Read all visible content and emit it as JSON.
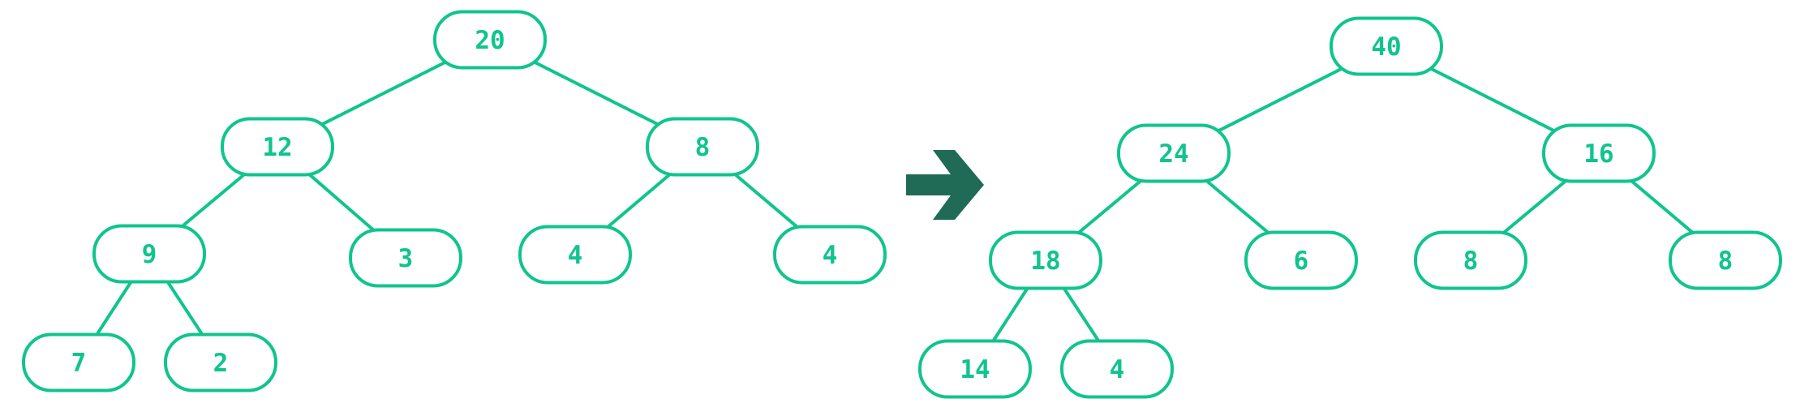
{
  "colors": {
    "node_stroke": "#10c48e",
    "label": "#10c48e",
    "arrow": "#1f6b55",
    "background": "#ffffff"
  },
  "arrow_icon": "right-arrow-icon",
  "trees": [
    {
      "id": "original",
      "nodes": [
        {
          "id": "a1",
          "value": "20"
        },
        {
          "id": "a2",
          "value": "12"
        },
        {
          "id": "a3",
          "value": "8"
        },
        {
          "id": "a4",
          "value": "9"
        },
        {
          "id": "a5",
          "value": "3"
        },
        {
          "id": "a6",
          "value": "4"
        },
        {
          "id": "a7",
          "value": "4"
        },
        {
          "id": "a8",
          "value": "7"
        },
        {
          "id": "a9",
          "value": "2"
        }
      ],
      "edges": [
        [
          "a1",
          "a2"
        ],
        [
          "a1",
          "a3"
        ],
        [
          "a2",
          "a4"
        ],
        [
          "a2",
          "a5"
        ],
        [
          "a3",
          "a6"
        ],
        [
          "a3",
          "a7"
        ],
        [
          "a4",
          "a8"
        ],
        [
          "a4",
          "a9"
        ]
      ]
    },
    {
      "id": "result",
      "nodes": [
        {
          "id": "b1",
          "value": "40"
        },
        {
          "id": "b2",
          "value": "24"
        },
        {
          "id": "b3",
          "value": "16"
        },
        {
          "id": "b4",
          "value": "18"
        },
        {
          "id": "b5",
          "value": "6"
        },
        {
          "id": "b6",
          "value": "8"
        },
        {
          "id": "b7",
          "value": "8"
        },
        {
          "id": "b8",
          "value": "14"
        },
        {
          "id": "b9",
          "value": "4"
        }
      ],
      "edges": [
        [
          "b1",
          "b2"
        ],
        [
          "b1",
          "b3"
        ],
        [
          "b2",
          "b4"
        ],
        [
          "b2",
          "b5"
        ],
        [
          "b3",
          "b6"
        ],
        [
          "b3",
          "b7"
        ],
        [
          "b4",
          "b8"
        ],
        [
          "b4",
          "b9"
        ]
      ]
    }
  ]
}
